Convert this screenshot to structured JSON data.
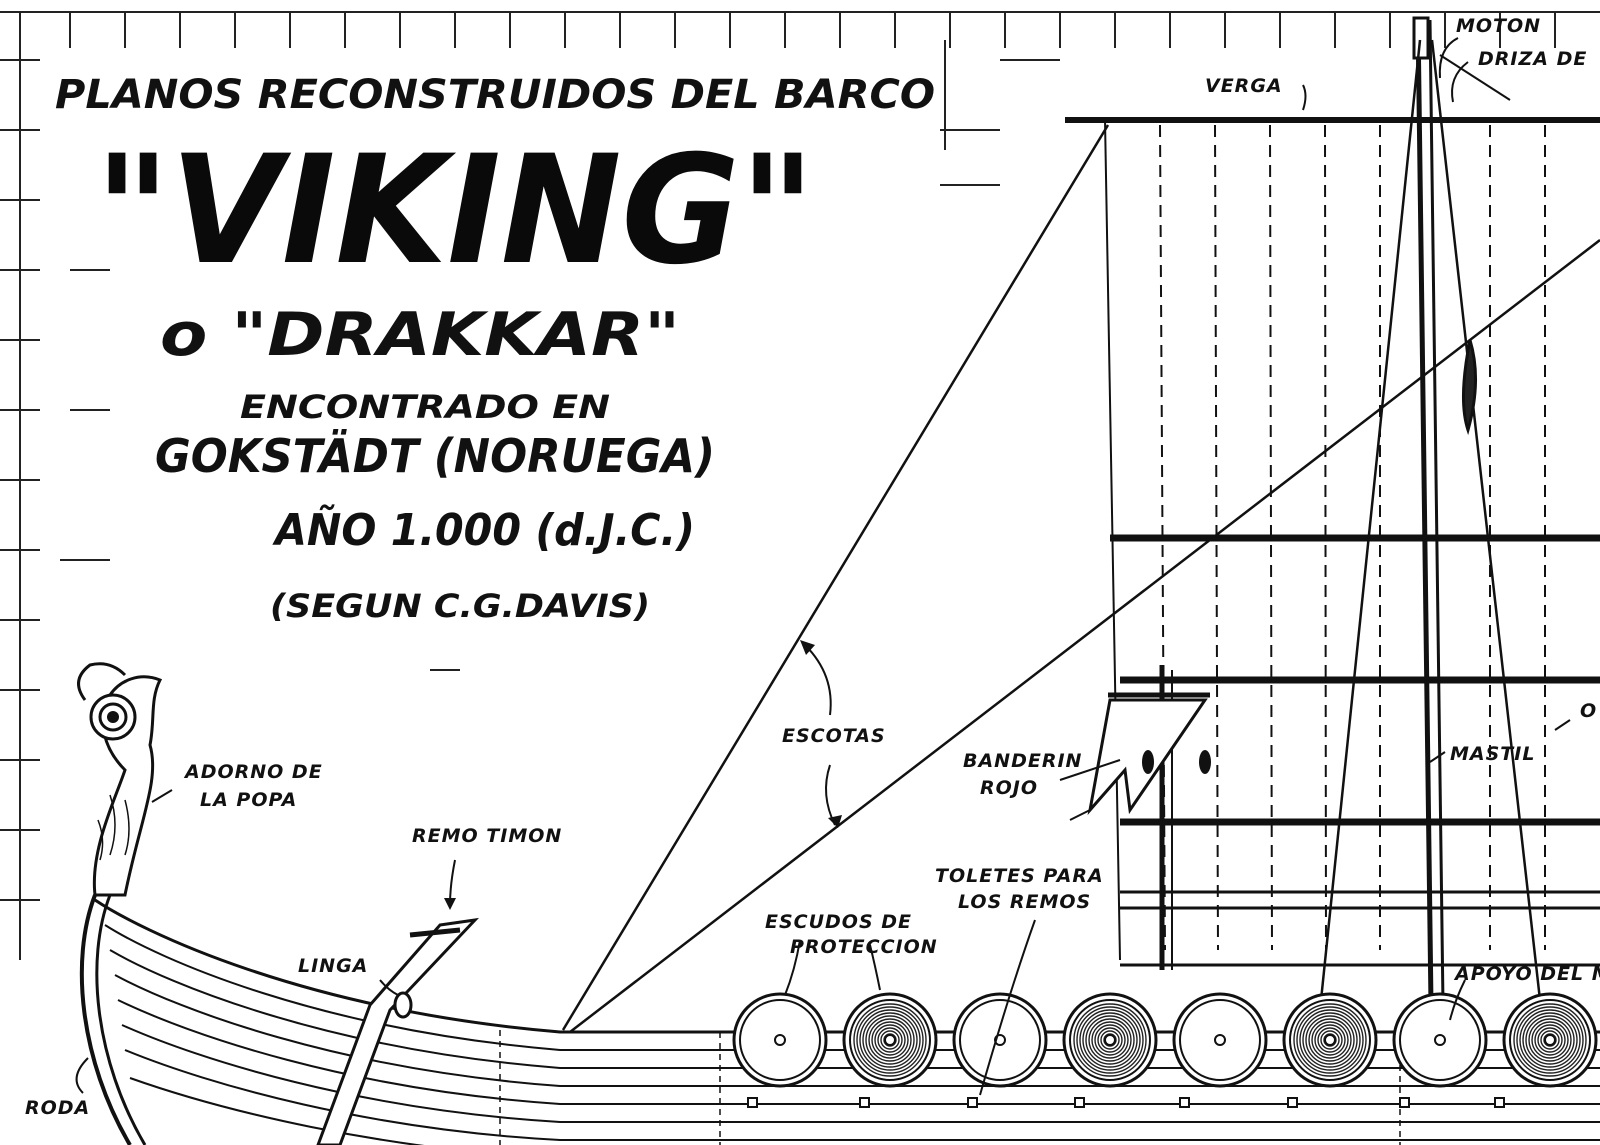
{
  "title": {
    "line1": "PLANOS RECONSTRUIDOS DEL BARCO",
    "ship_name": "\"VIKING\"",
    "alt_name": "o \"DRAKKAR\"",
    "found_line1": "ENCONTRADO EN",
    "found_line2": "GOKSTÄDT (NORUEGA)",
    "year": "AÑO 1.000 (d.J.C.)",
    "source": "(SEGUN C.G.DAVIS)"
  },
  "labels": {
    "moton": "MOTON",
    "driza": "DRIZA DE",
    "verga": "VERGA",
    "escotas": "ESCOTAS",
    "banderin_1": "BANDERIN",
    "banderin_2": "ROJO",
    "mastil": "MASTIL",
    "adorno_1": "ADORNO DE",
    "adorno_2": "LA POPA",
    "remo_timon": "REMO TIMON",
    "linga": "LINGA",
    "toletes_1": "TOLETES PARA",
    "toletes_2": "LOS REMOS",
    "escudos_1": "ESCUDOS DE",
    "escudos_2": "PROTECCION",
    "apoyo": "APOYO DEL MASTIL",
    "roda": "RODA",
    "edge_letter": "O"
  },
  "shields": [
    {
      "style": "plain"
    },
    {
      "style": "ringed"
    },
    {
      "style": "plain"
    },
    {
      "style": "ringed"
    },
    {
      "style": "plain"
    },
    {
      "style": "ringed"
    },
    {
      "style": "plain"
    },
    {
      "style": "ringed"
    },
    {
      "style": "plain"
    }
  ]
}
